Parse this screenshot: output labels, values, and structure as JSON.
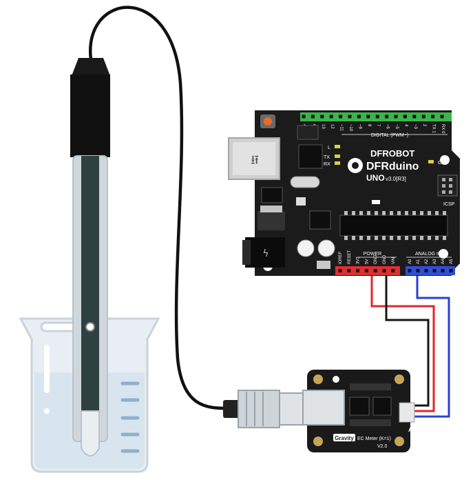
{
  "board": {
    "brand": "DFROBOT",
    "model": "DFRduino",
    "version_prefix": "UNO",
    "version": "v3.0[R3]",
    "digital_header": "DIGITAL (PWM~)",
    "power_header": "POWER",
    "analog_header": "ANALOG IN",
    "on_label": "ON",
    "icsp_label": "ICSP",
    "l_label": "L",
    "tx_label": "TX",
    "rx_label": "RX",
    "digital_pins": [
      "AREF",
      "GND",
      "13",
      "12",
      "~11",
      "~10",
      "~9",
      "8",
      "7",
      "~6",
      "~5",
      "4",
      "~3",
      "2",
      "TX 1",
      "RX 0"
    ],
    "power_pins": [
      "IOREF",
      "RESET",
      "3V3",
      "5V",
      "GND",
      "GND",
      "VIN"
    ],
    "analog_pins": [
      "A0",
      "A1",
      "A2",
      "A3",
      "A4",
      "A5"
    ]
  },
  "module": {
    "brand": "Gravity",
    "name": "EC Meter (K=1)",
    "version": "V2.0",
    "port_label": "A"
  },
  "colors": {
    "board": "#1b1b1b",
    "header_green": "#3bb54a",
    "header_red": "#e02f2f",
    "header_blue": "#2f4fd8",
    "wire_red": "#e3262a",
    "wire_black": "#141414",
    "wire_blue": "#2a3fd6",
    "module_gold": "#c8a45a"
  }
}
